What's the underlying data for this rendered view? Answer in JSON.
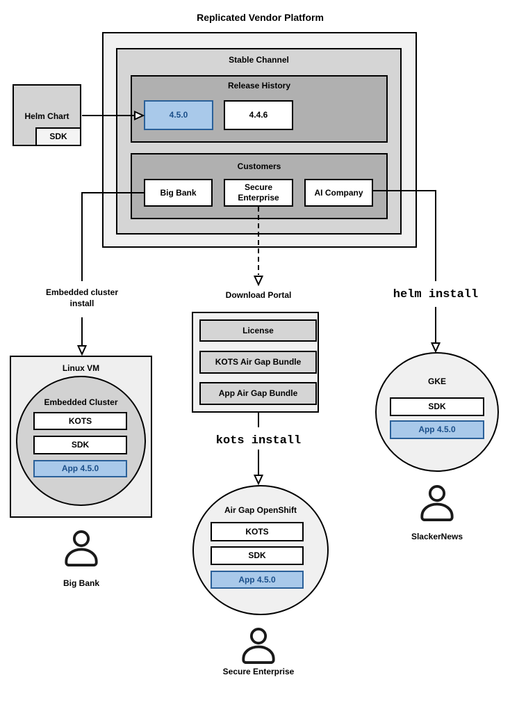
{
  "title": "Replicated Vendor Platform",
  "stable_channel": {
    "label": "Stable Channel",
    "release_history": {
      "label": "Release History",
      "versions": [
        "4.5.0",
        "4.4.6"
      ]
    },
    "customers": {
      "label": "Customers",
      "items": [
        "Big Bank",
        "Secure Enterprise",
        "AI Company"
      ]
    }
  },
  "helm_chart": {
    "label": "Helm Chart",
    "sdk": "SDK"
  },
  "edges": {
    "embedded_cluster_install": "Embedded cluster install",
    "helm_install": "helm install",
    "kots_install": "kots install"
  },
  "download_portal": {
    "label": "Download Portal",
    "items": [
      "License",
      "KOTS Air Gap Bundle",
      "App Air Gap Bundle"
    ]
  },
  "linux_vm": {
    "label": "Linux VM",
    "cluster_label": "Embedded Cluster",
    "components": [
      "KOTS",
      "SDK",
      "App 4.5.0"
    ]
  },
  "airgap_openshift": {
    "label": "Air Gap OpenShift",
    "components": [
      "KOTS",
      "SDK",
      "App 4.5.0"
    ]
  },
  "gke": {
    "label": "GKE",
    "components": [
      "SDK",
      "App 4.5.0"
    ]
  },
  "users": {
    "big_bank": "Big Bank",
    "secure_enterprise": "Secure Enterprise",
    "slackernews": "SlackerNews"
  },
  "colors": {
    "highlight_fill": "#a9c9ea",
    "highlight_stroke": "#2a6099",
    "highlight_text": "#1b4f8a"
  }
}
